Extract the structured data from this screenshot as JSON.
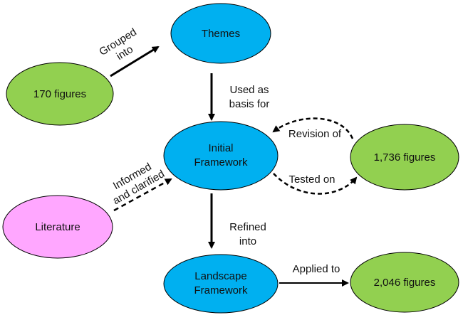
{
  "colors": {
    "green": "#92D050",
    "blue": "#00B0F0",
    "pink": "#FFA7FF",
    "stroke": "#000000"
  },
  "nodes": {
    "themes": "Themes",
    "figures_170": "170 figures",
    "initial_1": "Initial",
    "initial_2": "Framework",
    "figures_1736": "1,736 figures",
    "literature": "Literature",
    "landscape_1": "Landscape",
    "landscape_2": "Framework",
    "figures_2046": "2,046 figures"
  },
  "edges": {
    "grouped_1": "Grouped",
    "grouped_2": "into",
    "used_1": "Used as",
    "used_2": "basis for",
    "revision": "Revision of",
    "tested": "Tested on",
    "informed_1": "Informed",
    "informed_2": "and clarified",
    "refined_1": "Refined",
    "refined_2": "into",
    "applied": "Applied to"
  }
}
